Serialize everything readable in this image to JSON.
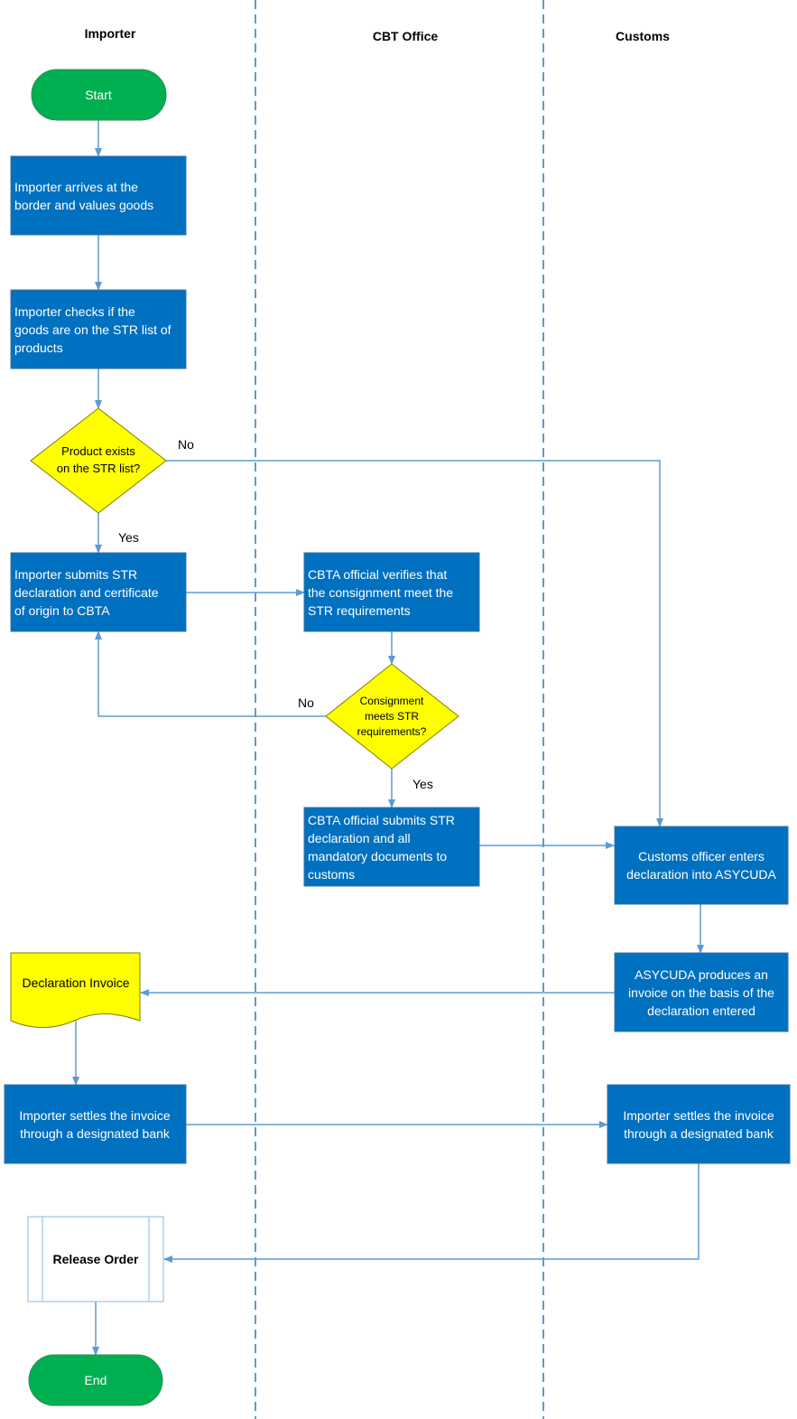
{
  "lanes": {
    "importer": "Importer",
    "cbt_office": "CBT Office",
    "customs": "Customs"
  },
  "nodes": {
    "start": "Start",
    "arrives": [
      "Importer arrives at the",
      "border and values goods"
    ],
    "checks": [
      "Importer checks if the",
      "goods are on the STR list of",
      "products"
    ],
    "product_exists": [
      "Product exists",
      "on the STR list?"
    ],
    "submits": [
      "Importer submits STR",
      "declaration and certificate",
      "of origin to CBTA"
    ],
    "verifies": [
      "CBTA official verifies that",
      "the consignment meet the",
      "STR requirements"
    ],
    "meets": [
      "Consignment",
      "meets STR",
      "requirements?"
    ],
    "cbta_submits": [
      "CBTA official submits STR",
      "declaration and all",
      "mandatory documents to",
      "customs"
    ],
    "customs_enters": [
      "Customs officer enters",
      "declaration into ASYCUDA"
    ],
    "asycuda": [
      "ASYCUDA produces an",
      "invoice on the basis of the",
      "declaration entered"
    ],
    "declaration_invoice": "Declaration Invoice",
    "settles_importer": [
      "Importer settles the invoice",
      "through a designated bank"
    ],
    "settles_customs": [
      "Importer settles the invoice",
      "through a designated bank"
    ],
    "release_order": "Release Order",
    "end": "End"
  },
  "edge_labels": {
    "no_1": "No",
    "yes_1": "Yes",
    "no_2": "No",
    "yes_2": "Yes"
  },
  "colors": {
    "process": "#0070C0",
    "decision": "#FFFF00",
    "terminal": "#00B050",
    "connector": "#5B9BD5",
    "lane_divider": "#5B9BD5"
  }
}
